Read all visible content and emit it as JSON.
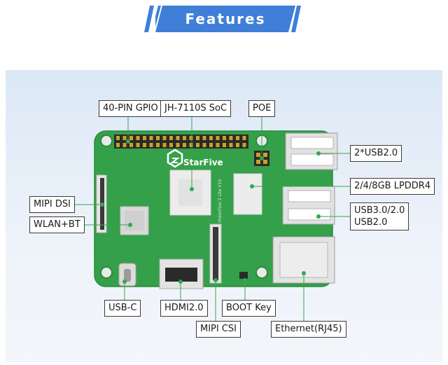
{
  "banner": {
    "title": "Features",
    "color": "#3f7fd8"
  },
  "colors": {
    "board": "#35a04a",
    "board_dark": "#2a8a3c",
    "leader": "#2fa84f",
    "gpio": "#c9a227"
  },
  "board": {
    "logo": "StarFive",
    "silkscreen": "VisionFive 2 Lite V10"
  },
  "callouts": {
    "gpio": "40-PIN GPIO",
    "soc": "JH-7110S SoC",
    "poe": "POE",
    "usb2": "2*USB2.0",
    "ram": "2/4/8GB LPDDR4",
    "usb3_line1": "USB3.0/2.0",
    "usb3_line2": "USB2.0",
    "mipi_dsi": "MIPI DSI",
    "wlan": "WLAN+BT",
    "usbc": "USB-C",
    "hdmi": "HDMI2.0",
    "boot": "BOOT Key",
    "mipi_csi": "MIPI CSI",
    "ethernet": "Ethernet(RJ45)"
  }
}
